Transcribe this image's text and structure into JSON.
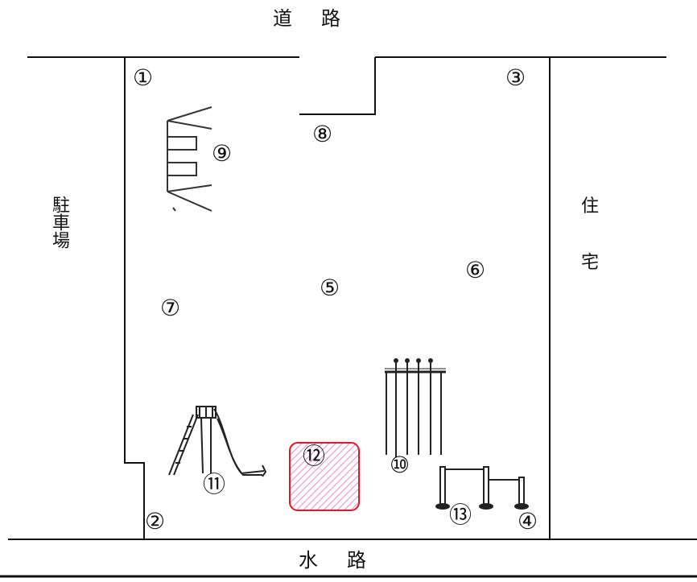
{
  "labels": {
    "road_top": [
      "道",
      "路"
    ],
    "road_bottom": [
      "水",
      "路"
    ],
    "left_side": "駐車場",
    "right_side": [
      "住",
      "宅"
    ]
  },
  "markers": [
    "①",
    "②",
    "③",
    "④",
    "⑤",
    "⑥",
    "⑦",
    "⑧",
    "⑨",
    "⑩",
    "⑪",
    "⑫",
    "⑬"
  ],
  "colors": {
    "line": "#111111",
    "sandbox_border": "#e0192a",
    "sandbox_hatch": "#e58ad6"
  },
  "icons": {
    "equipment_9": "climbing-frame-icon",
    "equipment_10": "hanging-bars-icon",
    "equipment_11": "slide-icon",
    "equipment_12": "sandbox",
    "equipment_13": "horizontal-bars-icon"
  }
}
